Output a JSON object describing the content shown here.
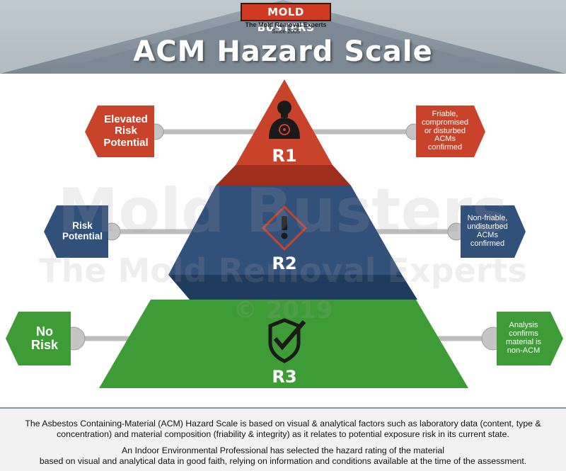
{
  "brand": {
    "name": "MOLD BUSTERS",
    "tagline": "The Mold Removal Experts",
    "since": "Since 2005"
  },
  "title": "ACM Hazard Scale",
  "watermark": {
    "line1": "Mold Busters",
    "line2": "The Mold Removal Experts",
    "line3": "© 2019"
  },
  "levels": [
    {
      "code": "R1",
      "color": "#c8412a",
      "icon": "biohazard-person-icon",
      "left_label": [
        "Elevated",
        "Risk",
        "Potential"
      ],
      "right_label": [
        "Friable,",
        "compromised",
        "or disturbed",
        "ACMs",
        "confirmed"
      ]
    },
    {
      "code": "R2",
      "color": "#2f4e78",
      "icon": "warning-diamond-icon",
      "left_label": [
        "Risk",
        "Potential"
      ],
      "right_label": [
        "Non-friable,",
        "undisturbed",
        "ACMs",
        "confirmed"
      ]
    },
    {
      "code": "R3",
      "color": "#3c9a35",
      "icon": "shield-check-icon",
      "left_label": [
        "No",
        "Risk"
      ],
      "right_label": [
        "Analysis",
        "confirms",
        "material is",
        "non-ACM"
      ]
    }
  ],
  "footer": {
    "paragraph1": "The Asbestos Containing-Material (ACM) Hazard Scale is based on visual & analytical factors such as laboratory data (content, type & concentration) and material composition (friability & integrity) as it relates to potential exposure risk in its current state.",
    "paragraph2_line1": "An Indoor Environmental Professional has selected the hazard rating of the material",
    "paragraph2_line2": "based on visual and analytical data in good faith, relying on information and conditions available at the time of the assessment."
  },
  "colors": {
    "header_gray": "#7f8d98",
    "header_light": "#dfe5ea",
    "connector_gray": "#bcbcbc"
  }
}
